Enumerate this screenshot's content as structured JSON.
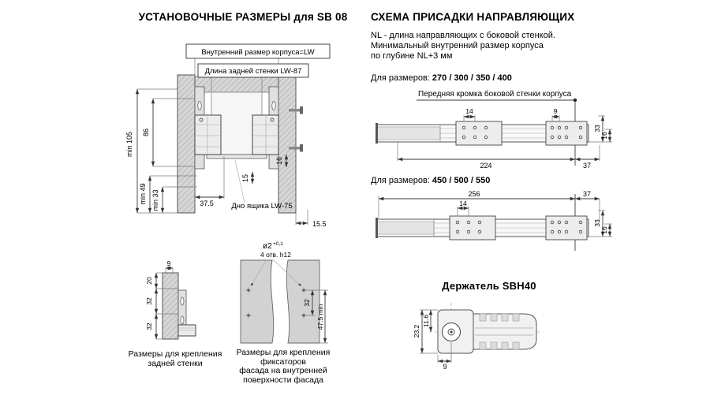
{
  "left": {
    "title": "УСТАНОВОЧНЫЕ РАЗМЕРЫ для SB 08",
    "main": {
      "inner_width_label": "Внутренний размер корпуса=LW",
      "back_wall_label": "Длина задней стенки  LW-87",
      "dim_min105": "min 105",
      "dim_86": "86",
      "dim_16": "16",
      "dim_15": "15",
      "dim_min49": "min 49",
      "dim_min33": "min 33",
      "dim_37_5": "37.5",
      "bottom_label": "Дно ящика  LW-75",
      "dim_15_5": "15.5"
    },
    "back_mount": {
      "dim_9": "9",
      "dim_20": "20",
      "dim_32a": "32",
      "dim_32b": "32",
      "caption_line1": "Размеры  для крепления",
      "caption_line2": "задней стенки"
    },
    "facade": {
      "hole_dia": "ø2",
      "hole_dia_sup": "+0,1",
      "hole_note": "4 отв. h12",
      "dim_32": "32",
      "dim_47_5": "47.5 min",
      "caption_line1": "Размеры для крепления фиксаторов",
      "caption_line2": "фасада на внутренней",
      "caption_line3": "поверхности фасада"
    }
  },
  "right": {
    "title": "СХЕМА ПРИСАДКИ НАПРАВЛЯЮЩИХ",
    "note_line1": "NL - длина направляющих с боковой стенкой.",
    "note_line2": "Минимальный внутренний размер корпуса",
    "note_line3": "по глубине NL+3 мм",
    "sizes_label": "Для размеров:",
    "schema1": {
      "sizes": "270 / 300 / 350 / 400",
      "edge_label": "Передняя кромка боковой стенки корпуса",
      "dim_14": "14",
      "dim_9": "9",
      "dim_224": "224",
      "dim_37": "37",
      "dim_33": "33",
      "dim_16": "16"
    },
    "schema2": {
      "sizes": "450 / 500 / 550",
      "dim_256": "256",
      "dim_14": "14",
      "dim_37": "37",
      "dim_33": "33",
      "dim_16": "16"
    },
    "holder": {
      "title": "Держатель SBH40",
      "dim_23_2": "23.2",
      "dim_11_6": "11.6",
      "dim_9": "9"
    }
  }
}
